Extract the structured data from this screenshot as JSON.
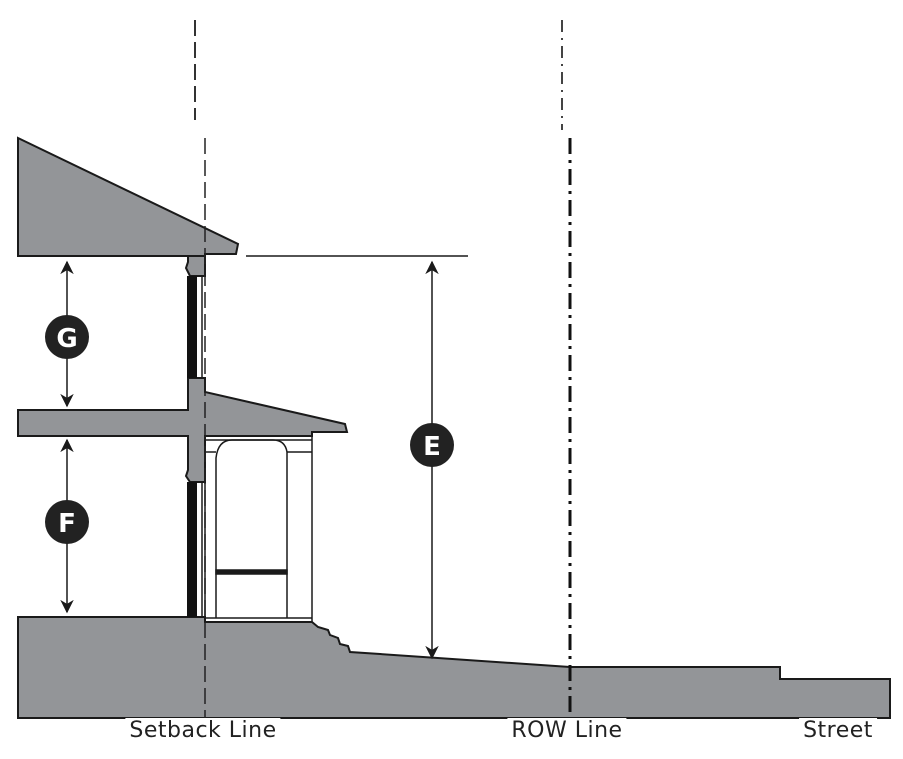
{
  "dimensions": {
    "E": "E",
    "F": "F",
    "G": "G"
  },
  "labels": {
    "setback": "Setback Line",
    "row": "ROW Line",
    "street": "Street"
  },
  "colors": {
    "fill": "#939598",
    "stroke": "#1a1a1a",
    "wall": "#111111"
  }
}
